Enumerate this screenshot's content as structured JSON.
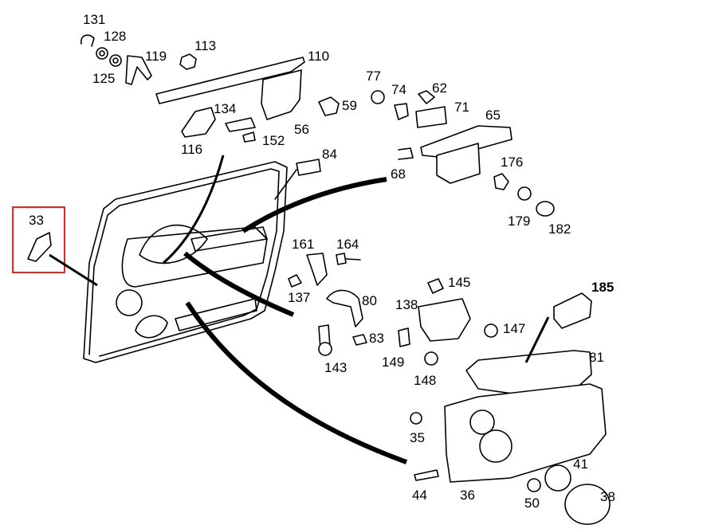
{
  "diagram": {
    "type": "exploded parts diagram",
    "highlight_color": "#e8261c",
    "highlighted_part": "33",
    "labels": [
      "131",
      "128",
      "119",
      "125",
      "113",
      "110",
      "77",
      "74",
      "62",
      "71",
      "65",
      "59",
      "134",
      "56",
      "116",
      "152",
      "84",
      "68",
      "176",
      "179",
      "182",
      "33",
      "161",
      "164",
      "137",
      "80",
      "145",
      "138",
      "147",
      "83",
      "143",
      "149",
      "148",
      "185",
      "81",
      "35",
      "41",
      "44",
      "36",
      "50",
      "38"
    ]
  }
}
